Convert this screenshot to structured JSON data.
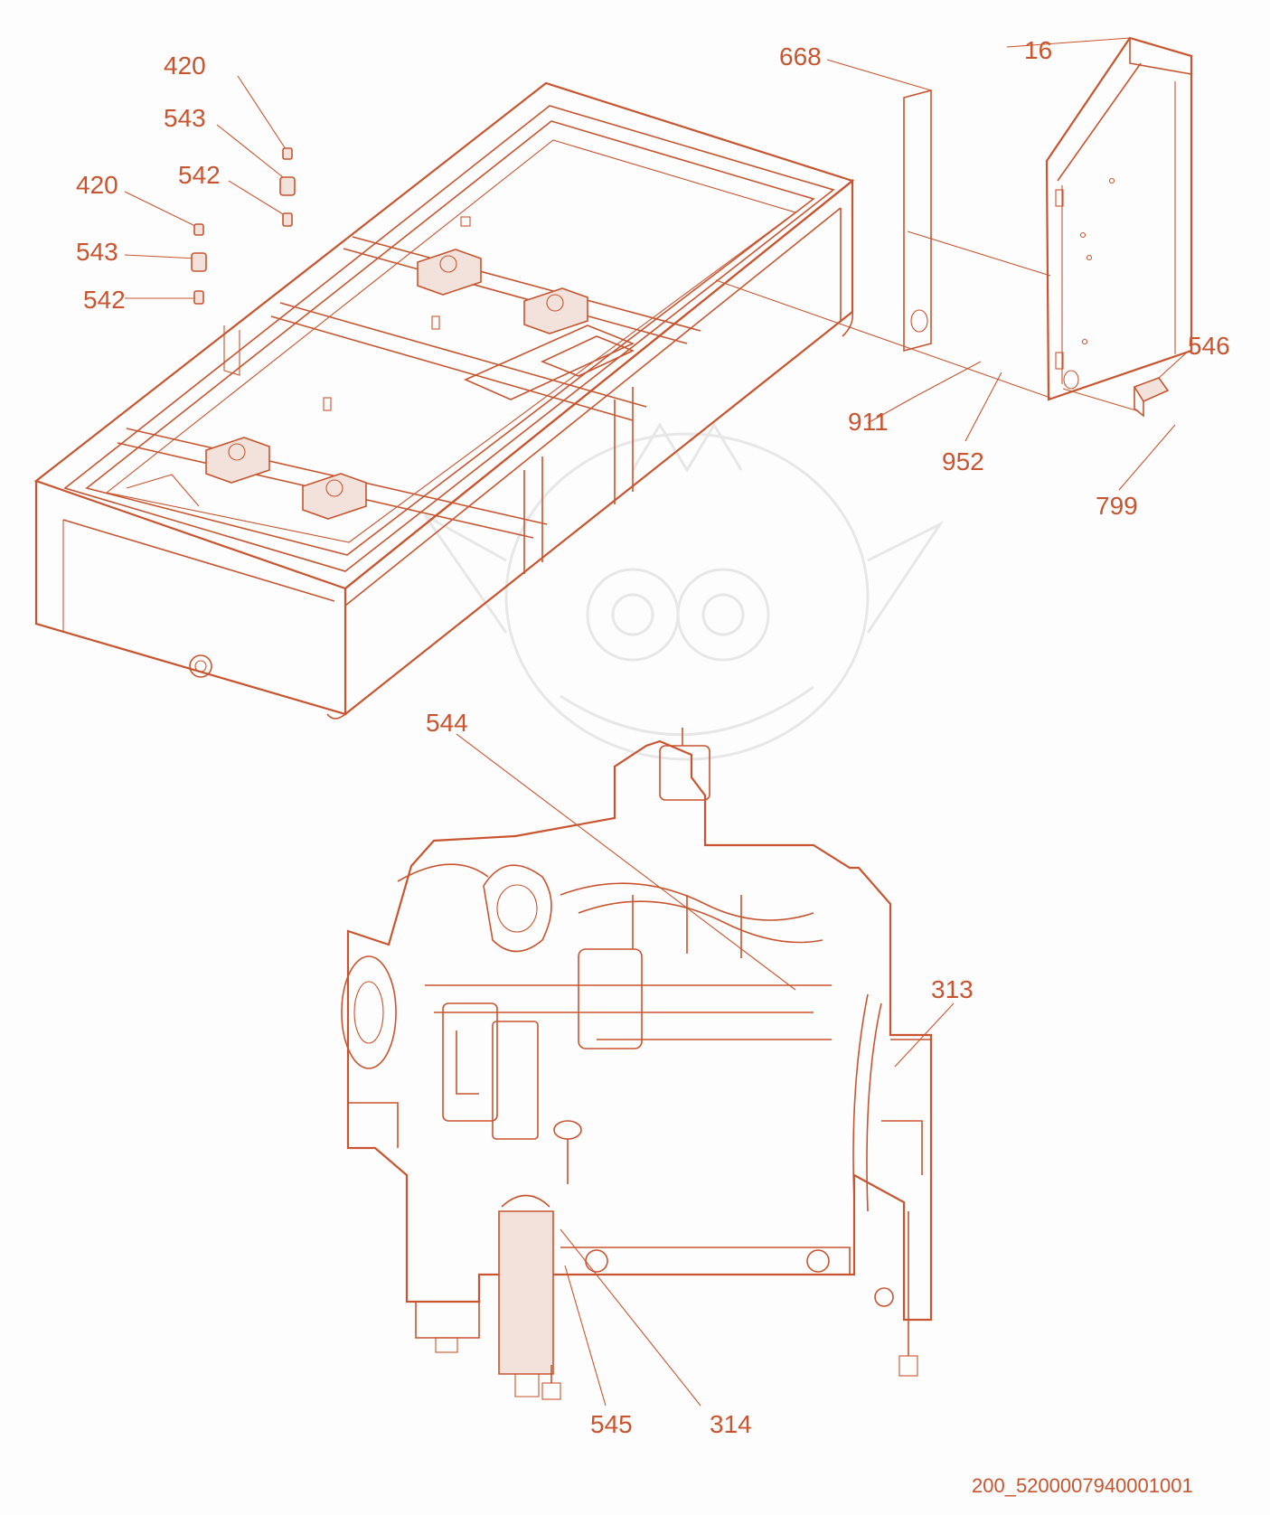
{
  "drawing_code": "200_5200007940001001",
  "colors": {
    "line": "#c8552f",
    "fill": "#fdfdfd",
    "part_fill": "#f3e2db",
    "watermark": "#e7e7e7"
  },
  "callouts": [
    {
      "id": "420-a",
      "label": "420"
    },
    {
      "id": "543-a",
      "label": "543"
    },
    {
      "id": "542-a",
      "label": "542"
    },
    {
      "id": "420-b",
      "label": "420"
    },
    {
      "id": "543-b",
      "label": "543"
    },
    {
      "id": "542-b",
      "label": "542"
    },
    {
      "id": "668",
      "label": "668"
    },
    {
      "id": "16",
      "label": "16"
    },
    {
      "id": "546",
      "label": "546"
    },
    {
      "id": "911",
      "label": "911"
    },
    {
      "id": "952",
      "label": "952"
    },
    {
      "id": "799",
      "label": "799"
    },
    {
      "id": "544",
      "label": "544"
    },
    {
      "id": "313",
      "label": "313"
    },
    {
      "id": "545",
      "label": "545"
    },
    {
      "id": "314",
      "label": "314"
    }
  ]
}
